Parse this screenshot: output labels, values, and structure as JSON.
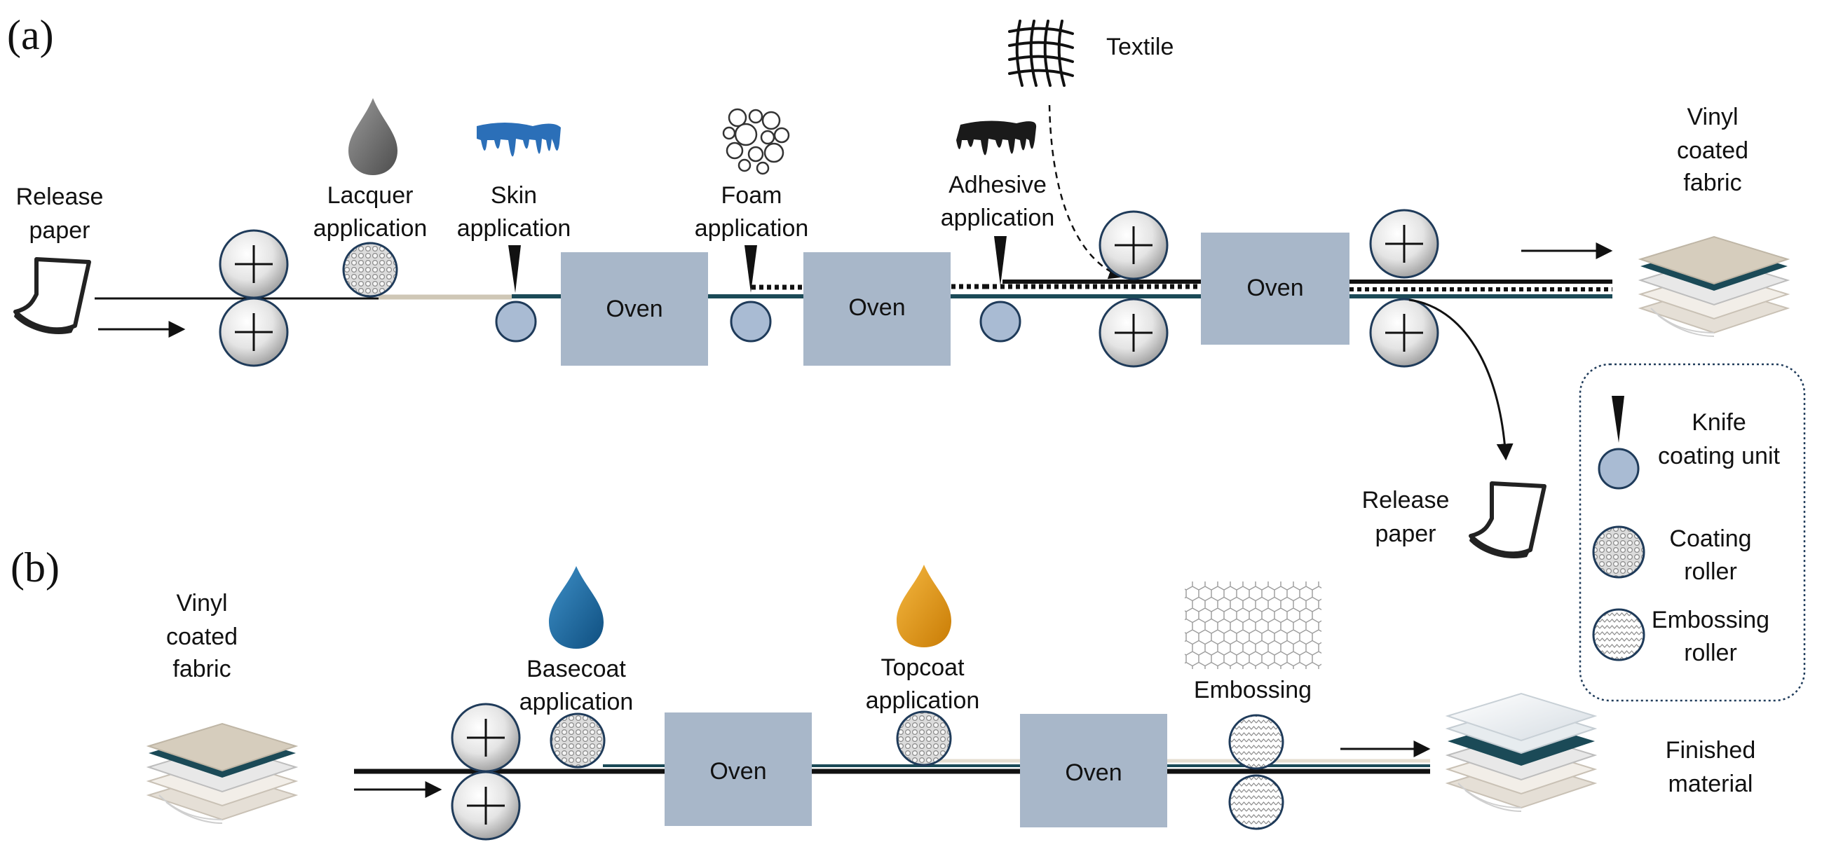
{
  "panels": {
    "a": "(a)",
    "b": "(b)"
  },
  "a": {
    "release_paper_in": [
      "Release",
      "paper"
    ],
    "lacquer": [
      "Lacquer",
      "application"
    ],
    "skin": [
      "Skin",
      "application"
    ],
    "foam": [
      "Foam",
      "application"
    ],
    "adhesive": [
      "Adhesive",
      "application"
    ],
    "textile": "Textile",
    "output": [
      "Vinyl",
      "coated",
      "fabric"
    ],
    "release_paper_out": [
      "Release",
      "paper"
    ],
    "ovens": [
      "Oven",
      "Oven",
      "Oven"
    ]
  },
  "b": {
    "input": [
      "Vinyl",
      "coated",
      "fabric"
    ],
    "basecoat": [
      "Basecoat",
      "application"
    ],
    "topcoat": [
      "Topcoat",
      "application"
    ],
    "embossing": "Embossing",
    "output": [
      "Finished",
      "material"
    ],
    "ovens": [
      "Oven",
      "Oven"
    ]
  },
  "legend": {
    "knife": [
      "Knife",
      "coating unit"
    ],
    "coating_roller": [
      "Coating",
      "roller"
    ],
    "embossing_roller": [
      "Embossing",
      "roller"
    ]
  },
  "colors": {
    "oven": "#a8b7c9",
    "knife_roller": "#a9bbd3",
    "teal_line": "#1b4a57",
    "beige_line": "#cfc7b6",
    "basecoat_drop": "#1f6fa6",
    "topcoat_drop": "#e79a17",
    "lacquer_drop": "#666666",
    "skin_drip": "#2b6fb8",
    "adhesive_drip": "#1a1a1a"
  },
  "icons": [
    "release-paper-icon",
    "lacquer-drop-icon",
    "skin-drip-icon",
    "foam-bubbles-icon",
    "adhesive-drip-icon",
    "textile-mesh-icon",
    "layered-fabric-icon",
    "basecoat-drop-icon",
    "topcoat-drop-icon",
    "hexagon-pattern-icon",
    "finished-material-icon"
  ]
}
